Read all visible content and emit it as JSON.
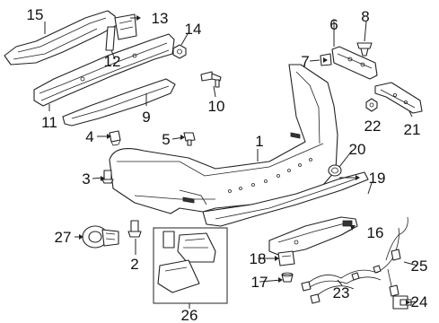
{
  "callouts": [
    {
      "id": "1",
      "text": "1"
    },
    {
      "id": "2",
      "text": "2"
    },
    {
      "id": "3",
      "text": "3"
    },
    {
      "id": "4",
      "text": "4"
    },
    {
      "id": "5",
      "text": "5"
    },
    {
      "id": "6",
      "text": "6"
    },
    {
      "id": "7",
      "text": "7"
    },
    {
      "id": "8",
      "text": "8"
    },
    {
      "id": "9",
      "text": "9"
    },
    {
      "id": "10",
      "text": "10"
    },
    {
      "id": "11",
      "text": "11"
    },
    {
      "id": "12",
      "text": "12"
    },
    {
      "id": "13",
      "text": "13"
    },
    {
      "id": "14",
      "text": "14"
    },
    {
      "id": "15",
      "text": "15"
    },
    {
      "id": "16",
      "text": "16"
    },
    {
      "id": "17",
      "text": "17"
    },
    {
      "id": "18",
      "text": "18"
    },
    {
      "id": "19",
      "text": "19"
    },
    {
      "id": "20",
      "text": "20"
    },
    {
      "id": "21",
      "text": "21"
    },
    {
      "id": "22",
      "text": "22"
    },
    {
      "id": "23",
      "text": "23"
    },
    {
      "id": "24",
      "text": "24"
    },
    {
      "id": "25",
      "text": "25"
    },
    {
      "id": "26",
      "text": "26"
    },
    {
      "id": "27",
      "text": "27"
    }
  ]
}
